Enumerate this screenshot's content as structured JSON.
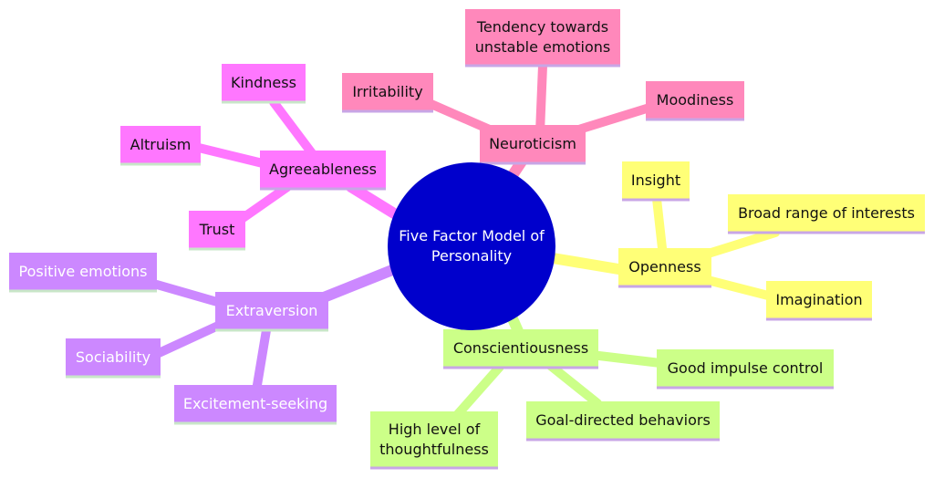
{
  "central": {
    "label": "Five Factor Model of Personality",
    "color": "#0000cc"
  },
  "branches": [
    {
      "name": "Neuroticism",
      "color": "#ff88bb",
      "children": [
        "Tendency towards unstable emotions",
        "Irritability",
        "Moodiness"
      ]
    },
    {
      "name": "Agreeableness",
      "color": "#ff77ff",
      "children": [
        "Kindness",
        "Altruism",
        "Trust"
      ]
    },
    {
      "name": "Openness",
      "color": "#ffff77",
      "children": [
        "Insight",
        "Broad range of interests",
        "Imagination"
      ]
    },
    {
      "name": "Extraversion",
      "color": "#cc88ff",
      "children": [
        "Positive emotions",
        "Sociability",
        "Excitement-seeking"
      ]
    },
    {
      "name": "Conscientiousness",
      "color": "#ccff88",
      "children": [
        "Good impulse control",
        "Goal-directed behaviors",
        "High level of thoughtfulness"
      ]
    }
  ]
}
